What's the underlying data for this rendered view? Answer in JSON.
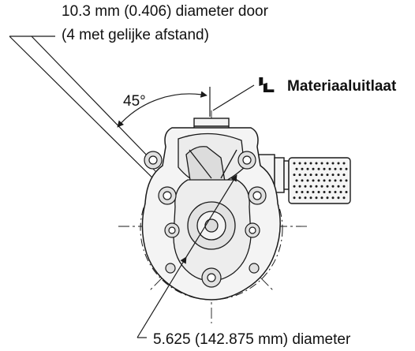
{
  "labels": {
    "hole_line1": "10.3 mm (0.406) diameter door",
    "hole_line2": "(4 met gelijke afstand)",
    "angle": "45°",
    "centerline_symbol": "Ꝇ",
    "outlet": "Materiaaluitlaat",
    "bolt_circle": "5.625 (142.875 mm) diameter"
  },
  "colors": {
    "line": "#1a1a1a",
    "part_fill": "#f4f4f4",
    "shade": "#dcdcdc"
  }
}
